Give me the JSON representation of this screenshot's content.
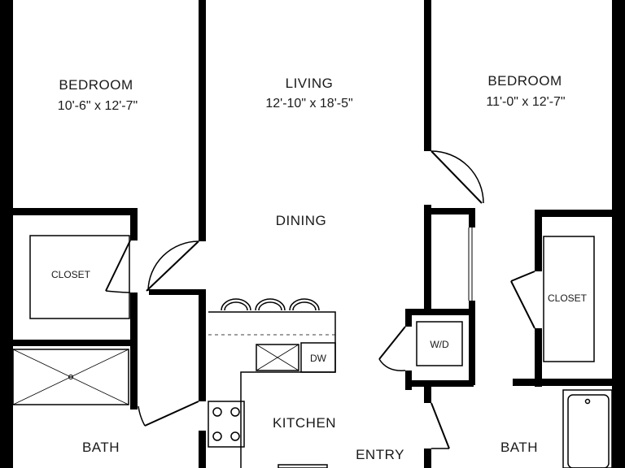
{
  "rooms": {
    "bedroom_left": {
      "name": "BEDROOM",
      "dims": "10'-6\" x 12'-7\""
    },
    "living": {
      "name": "LIVING",
      "dims": "12'-10\" x 18'-5\""
    },
    "bedroom_right": {
      "name": "BEDROOM",
      "dims": "11'-0\" x 12'-7\""
    },
    "dining": {
      "name": "DINING"
    },
    "closet_left": {
      "name": "CLOSET"
    },
    "closet_right": {
      "name": "CLOSET"
    },
    "washer_dryer": {
      "name": "W/D"
    },
    "dishwasher": {
      "name": "DW"
    },
    "kitchen": {
      "name": "KITCHEN"
    },
    "bath_left": {
      "name": "BATH"
    },
    "bath_right": {
      "name": "BATH"
    },
    "entry": {
      "name": "ENTRY"
    }
  }
}
